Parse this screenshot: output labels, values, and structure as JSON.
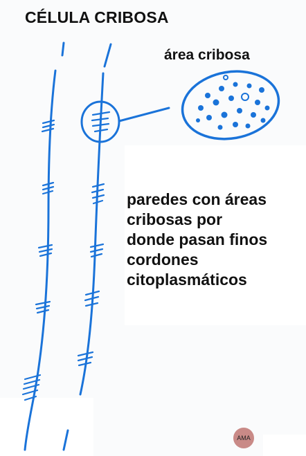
{
  "title": "CÉLULA CRIBOSA",
  "area_label": "área cribosa",
  "description": [
    "paredes con áreas",
    "cribosas por",
    "donde pasan finos",
    "cordones",
    "citoplasmáticos"
  ],
  "signature": "AMA",
  "colors": {
    "ink": "#1a73d9",
    "text": "#111111",
    "signature_bg": "#c98a87"
  }
}
